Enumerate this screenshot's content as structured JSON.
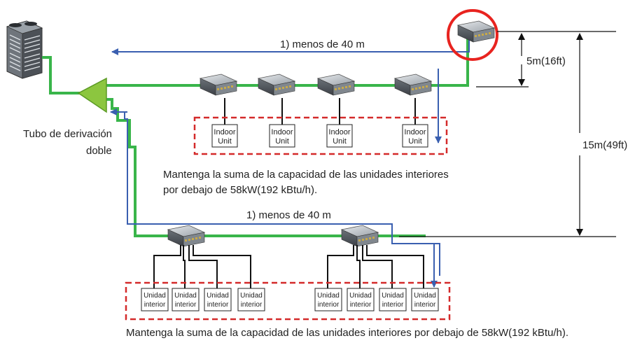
{
  "colors": {
    "refrigerant_pipe": "#39b54a",
    "length_line": "#3a5fb0",
    "group_outline": "#d42a2a",
    "highlight_circle": "#e8231f",
    "branch_tube": "#8cc63f"
  },
  "icons": [
    "outdoor-unit-icon",
    "distributor-box-icon",
    "branch-pipe-icon"
  ],
  "labels": {
    "branch_tube_line1": "Tubo de derivación",
    "branch_tube_line2": "doble",
    "top_length": "1) menos de 40 m",
    "bottom_length": "1) menos de 40 m",
    "height_small": "5m(16ft)",
    "height_large": "15m(49ft)",
    "note_top_line1": "Mantenga la suma de la capacidad de las unidades interiores",
    "note_top_line2": "por debajo de 58kW(192 kBtu/h).",
    "note_bottom": "Mantenga la suma de la capacidad de las unidades interiores por debajo de 58kW(192 kBtu/h)."
  },
  "top_units": [
    {
      "line1": "Indoor",
      "line2": "Unit"
    },
    {
      "line1": "Indoor",
      "line2": "Unit"
    },
    {
      "line1": "Indoor",
      "line2": "Unit"
    },
    {
      "line1": "Indoor",
      "line2": "Unit"
    }
  ],
  "bottom_units": [
    {
      "line1": "Unidad",
      "line2": "interior"
    },
    {
      "line1": "Unidad",
      "line2": "interior"
    },
    {
      "line1": "Unidad",
      "line2": "interior"
    },
    {
      "line1": "Unidad",
      "line2": "interior"
    },
    {
      "line1": "Unidad",
      "line2": "interior"
    },
    {
      "line1": "Unidad",
      "line2": "interior"
    },
    {
      "line1": "Unidad",
      "line2": "interior"
    },
    {
      "line1": "Unidad",
      "line2": "interior"
    }
  ]
}
